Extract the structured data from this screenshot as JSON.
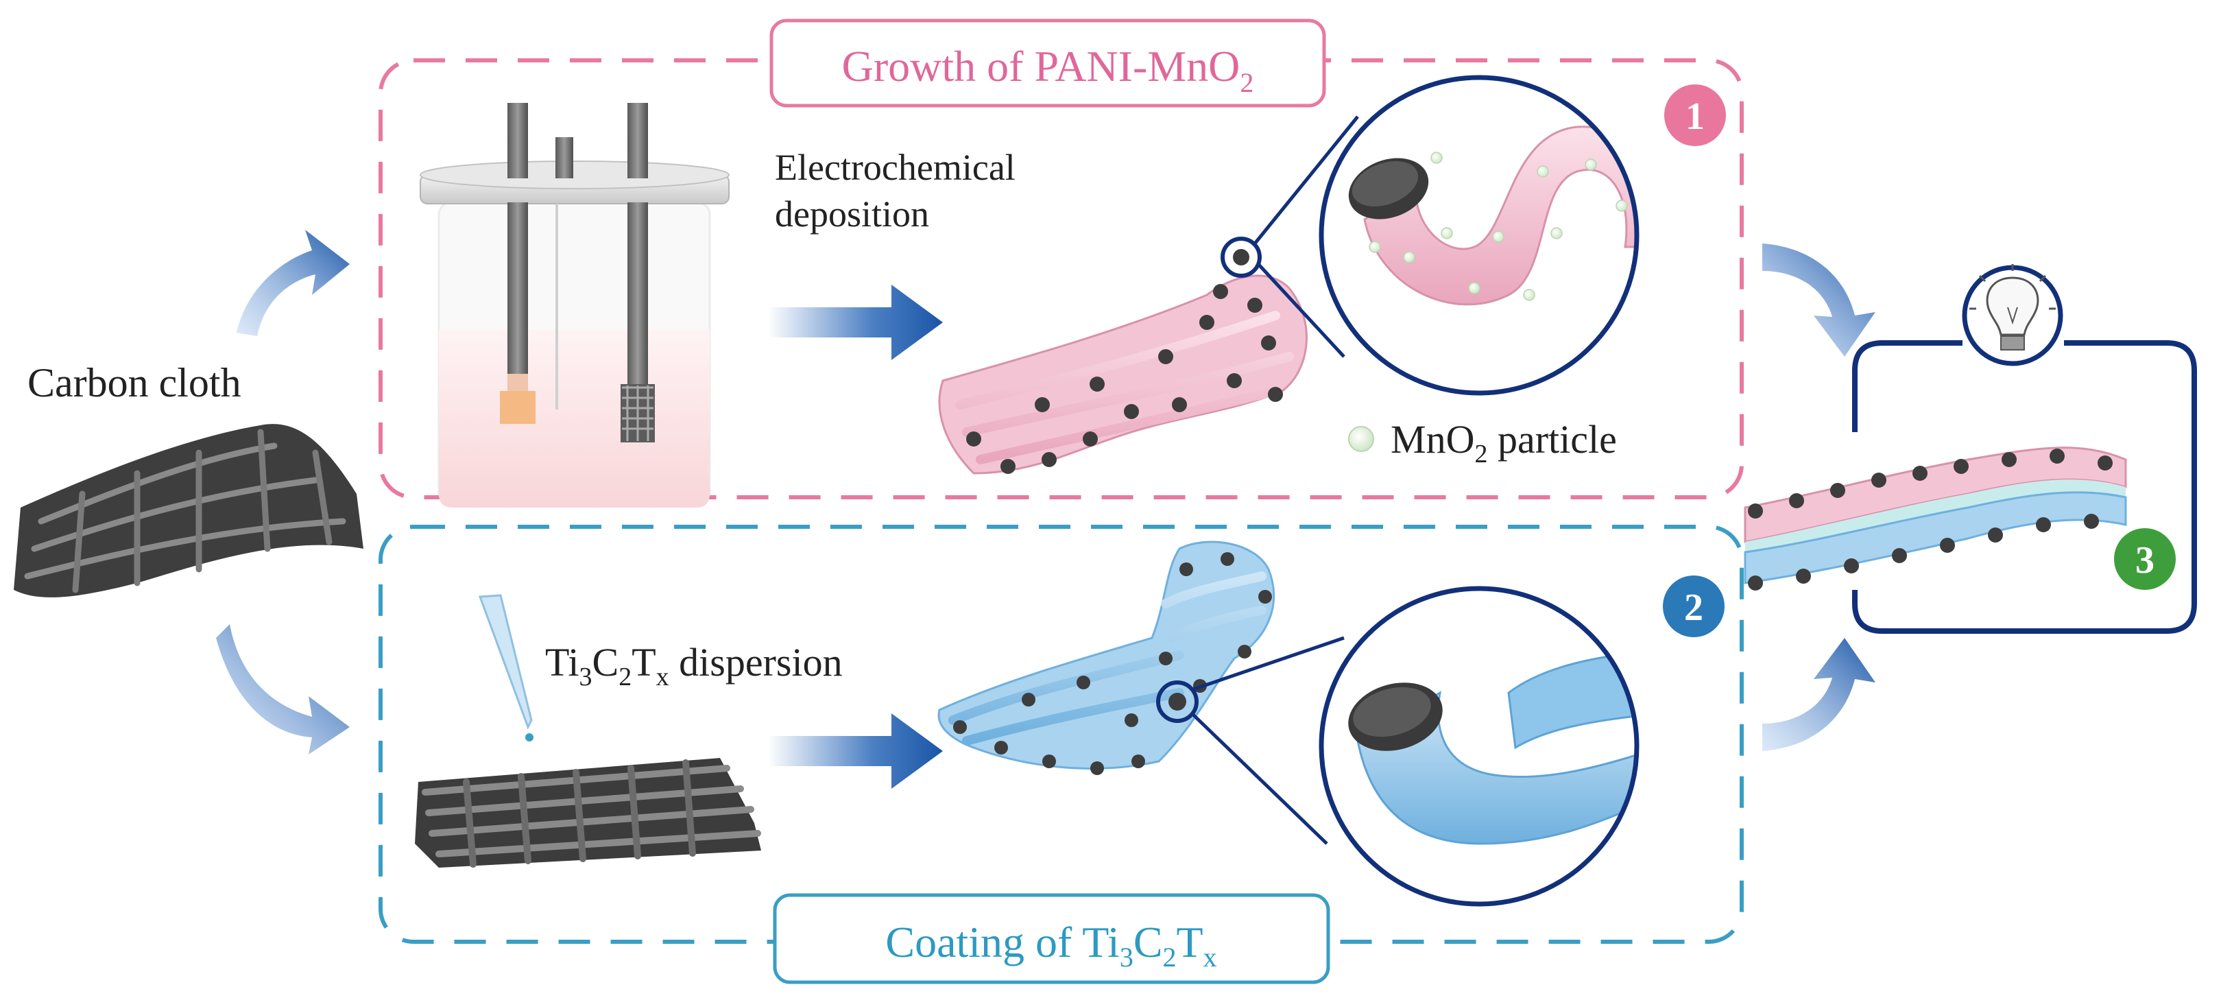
{
  "title_top": {
    "main": "Growth of PANI-MnO",
    "sub": "2"
  },
  "title_bottom": {
    "main": "Coating of Ti",
    "s1": "3",
    "c": "C",
    "s2": "2",
    "t": "T",
    "s3": "x"
  },
  "labels": {
    "carbon_cloth": "Carbon cloth",
    "electrochem_line1": "Electrochemical",
    "electrochem_line2": "deposition",
    "mno2_main": "MnO",
    "mno2_sub": "2",
    "mno2_rest": " particle",
    "disp_ti": "Ti",
    "disp_s1": "3",
    "disp_c": "C",
    "disp_s2": "2",
    "disp_t": "T",
    "disp_s3": "x",
    "disp_rest": " dispersion"
  },
  "badges": [
    "1",
    "2",
    "3"
  ],
  "colors": {
    "pink_box": "#e8799f",
    "pink_fill": "#f6c9d7",
    "blue_box": "#3a9ec4",
    "blue_fill": "#9fcdec",
    "navy": "#12307a",
    "arrow": "#1e5fb4",
    "badge1": "#e9769c",
    "badge2": "#2a79b8",
    "badge3": "#3e9e3c",
    "carbon": "#4a4a4a"
  }
}
